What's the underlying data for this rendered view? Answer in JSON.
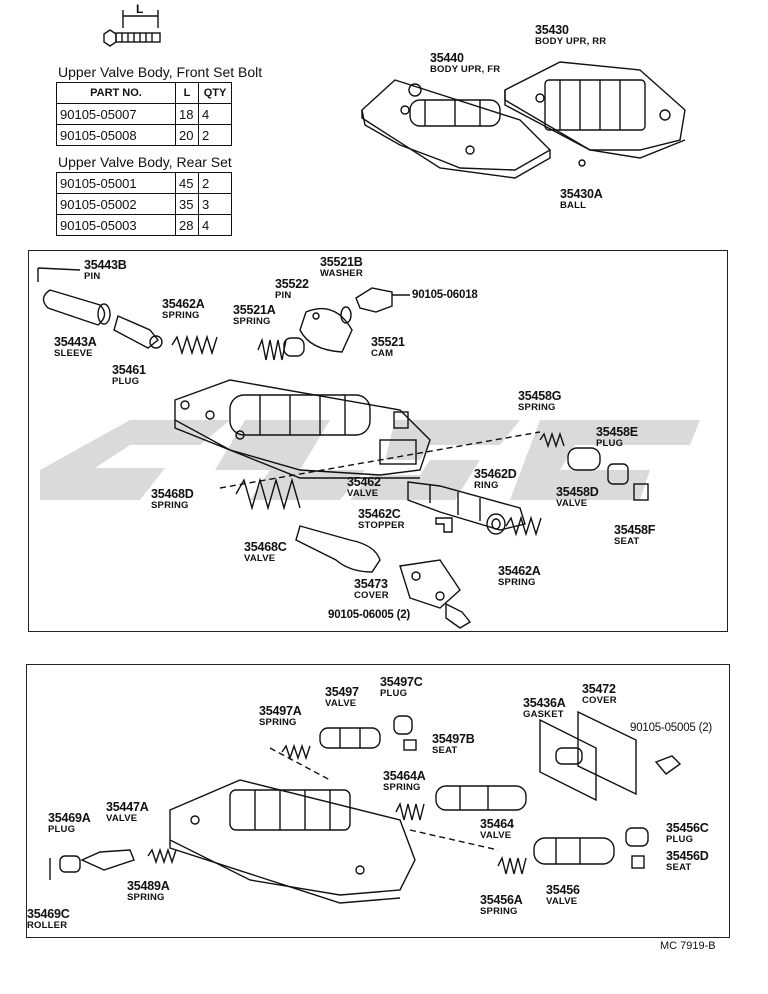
{
  "dimension_label": "L",
  "front_set": {
    "caption": "Upper Valve Body, Front Set Bolt",
    "headers": [
      "PART NO.",
      "L",
      "QTY"
    ],
    "rows": [
      [
        "90105-05007",
        "18",
        "4"
      ],
      [
        "90105-05008",
        "20",
        "2"
      ]
    ]
  },
  "rear_set": {
    "caption": "Upper Valve Body, Rear Set",
    "rows": [
      [
        "90105-05001",
        "45",
        "2"
      ],
      [
        "90105-05002",
        "35",
        "3"
      ],
      [
        "90105-05003",
        "28",
        "4"
      ]
    ]
  },
  "top_parts": [
    {
      "id": "p35430",
      "no": "35430",
      "name": "BODY UPR, RR"
    },
    {
      "id": "p35440",
      "no": "35440",
      "name": "BODY UPR, FR"
    },
    {
      "id": "p35430a",
      "no": "35430A",
      "name": "BALL"
    }
  ],
  "middle_parts": [
    {
      "id": "p35443b",
      "no": "35443B",
      "name": "PIN"
    },
    {
      "id": "p35443a",
      "no": "35443A",
      "name": "SLEEVE"
    },
    {
      "id": "p35461",
      "no": "35461",
      "name": "PLUG"
    },
    {
      "id": "p35462a_top",
      "no": "35462A",
      "name": "SPRING"
    },
    {
      "id": "p35521a",
      "no": "35521A",
      "name": "SPRING"
    },
    {
      "id": "p35522",
      "no": "35522",
      "name": "PIN"
    },
    {
      "id": "p35521b",
      "no": "35521B",
      "name": "WASHER"
    },
    {
      "id": "p90105_06018",
      "no": "90105-06018",
      "name": ""
    },
    {
      "id": "p35521",
      "no": "35521",
      "name": "CAM"
    },
    {
      "id": "p35458g",
      "no": "35458G",
      "name": "SPRING"
    },
    {
      "id": "p35458e",
      "no": "35458E",
      "name": "PLUG"
    },
    {
      "id": "p35462d",
      "no": "35462D",
      "name": "RING"
    },
    {
      "id": "p35462",
      "no": "35462",
      "name": "VALVE"
    },
    {
      "id": "p35458d",
      "no": "35458D",
      "name": "VALVE"
    },
    {
      "id": "p35468d",
      "no": "35468D",
      "name": "SPRING"
    },
    {
      "id": "p35462c",
      "no": "35462C",
      "name": "STOPPER"
    },
    {
      "id": "p35458f",
      "no": "35458F",
      "name": "SEAT"
    },
    {
      "id": "p35468c",
      "no": "35468C",
      "name": "VALVE"
    },
    {
      "id": "p35462a_bot",
      "no": "35462A",
      "name": "SPRING"
    },
    {
      "id": "p35473",
      "no": "35473",
      "name": "COVER"
    },
    {
      "id": "p90105_06005",
      "no": "90105-06005 (2)",
      "name": ""
    }
  ],
  "lower_parts": [
    {
      "id": "p35497c",
      "no": "35497C",
      "name": "PLUG"
    },
    {
      "id": "p35497",
      "no": "35497",
      "name": "VALVE"
    },
    {
      "id": "p35497a",
      "no": "35497A",
      "name": "SPRING"
    },
    {
      "id": "p35497b",
      "no": "35497B",
      "name": "SEAT"
    },
    {
      "id": "p35436a",
      "no": "35436A",
      "name": "GASKET"
    },
    {
      "id": "p35472",
      "no": "35472",
      "name": "COVER"
    },
    {
      "id": "p90105_05005",
      "no": "90105-05005 (2)",
      "name": ""
    },
    {
      "id": "p35464a",
      "no": "35464A",
      "name": "SPRING"
    },
    {
      "id": "p35464",
      "no": "35464",
      "name": "VALVE"
    },
    {
      "id": "p35456c",
      "no": "35456C",
      "name": "PLUG"
    },
    {
      "id": "p35469a",
      "no": "35469A",
      "name": "PLUG"
    },
    {
      "id": "p35447a",
      "no": "35447A",
      "name": "VALVE"
    },
    {
      "id": "p35456d",
      "no": "35456D",
      "name": "SEAT"
    },
    {
      "id": "p35489a",
      "no": "35489A",
      "name": "SPRING"
    },
    {
      "id": "p35456a",
      "no": "35456A",
      "name": "SPRING"
    },
    {
      "id": "p35456",
      "no": "35456",
      "name": "VALVE"
    },
    {
      "id": "p35469c",
      "no": "35469C",
      "name": "ROLLER"
    }
  ],
  "footer_code": "MC  7919-B"
}
